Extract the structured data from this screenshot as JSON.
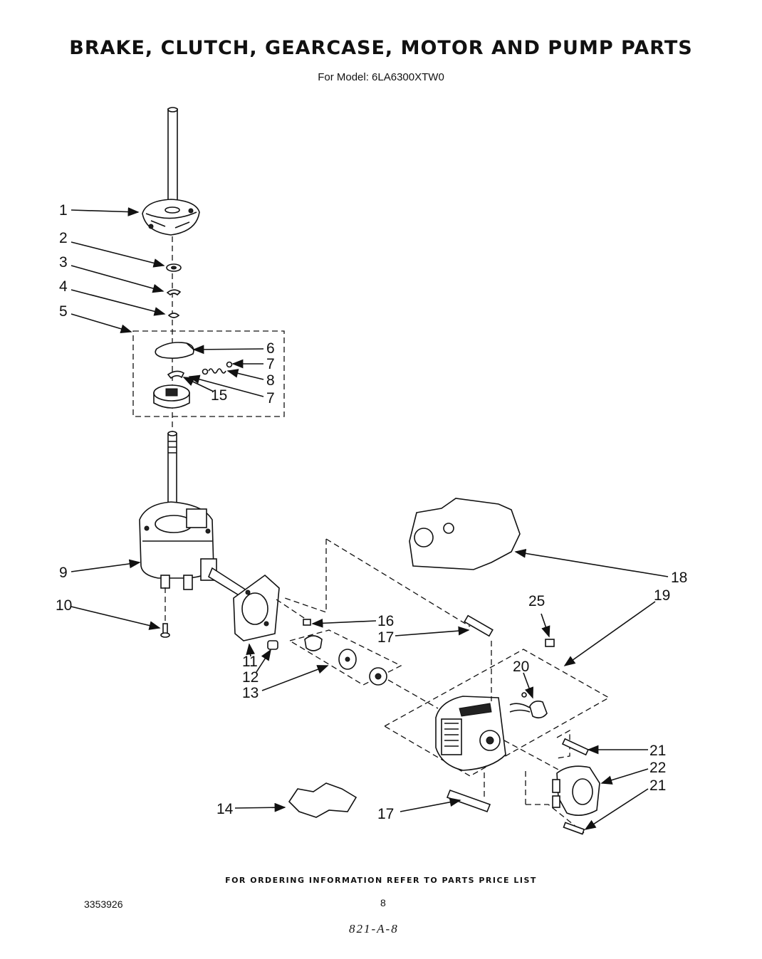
{
  "title": "BRAKE, CLUTCH, GEARCASE, MOTOR AND PUMP PARTS",
  "subtitle": "For Model: 6LA6300XTW0",
  "footer_note": "FOR ORDERING INFORMATION REFER TO PARTS PRICE LIST",
  "doc_number": "3353926",
  "page_number": "8",
  "handwritten_code": "821-A-8",
  "callouts": {
    "c1": "1",
    "c2": "2",
    "c3": "3",
    "c4": "4",
    "c5": "5",
    "c6": "6",
    "c7a": "7",
    "c8": "8",
    "c7b": "7",
    "c15": "15",
    "c9": "9",
    "c10": "10",
    "c11": "11",
    "c12": "12",
    "c13": "13",
    "c14": "14",
    "c16": "16",
    "c17a": "17",
    "c17b": "17",
    "c18": "18",
    "c19": "19",
    "c20": "20",
    "c21a": "21",
    "c22": "22",
    "c21b": "21",
    "c25": "25"
  }
}
